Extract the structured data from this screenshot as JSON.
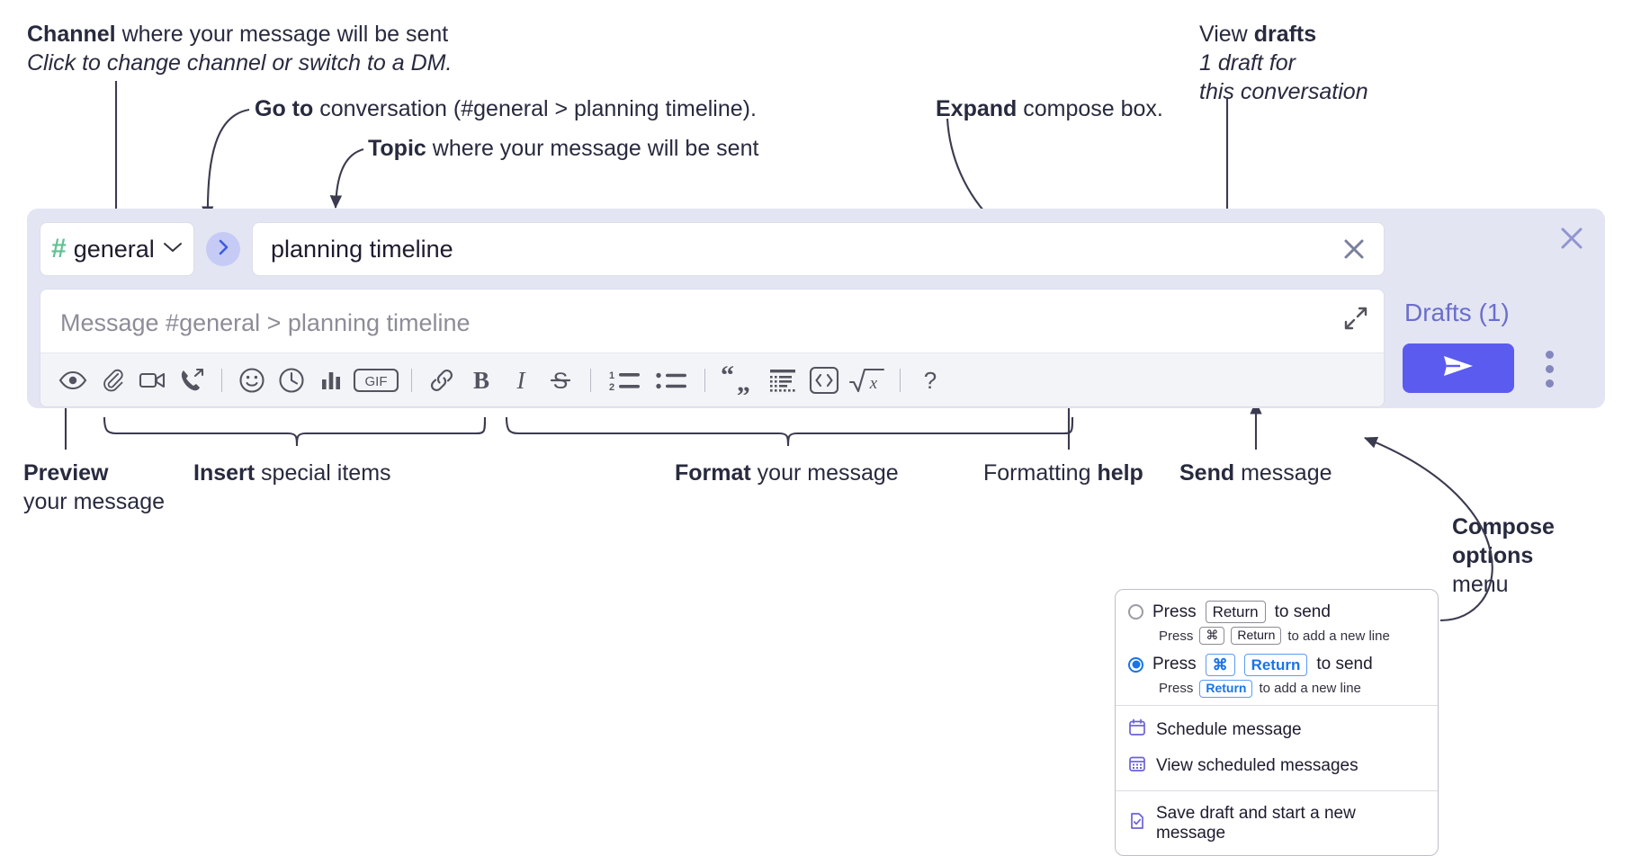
{
  "annotations": {
    "channel": {
      "bold": "Channel",
      "rest": " where your message will be sent",
      "italic": "Click to change channel or switch to a DM."
    },
    "goto": {
      "bold": "Go to",
      "rest": " conversation (#general > planning timeline)."
    },
    "topic": {
      "bold": "Topic",
      "rest": " where your message will be sent"
    },
    "expand": {
      "bold": "Expand",
      "rest": " compose box."
    },
    "drafts": {
      "normal": "View ",
      "bold": "drafts",
      "italic1": "1 draft for",
      "italic2": "this conversation"
    },
    "preview": {
      "bold": "Preview",
      "rest": "your message"
    },
    "insert": {
      "bold": "Insert",
      "rest": " special items"
    },
    "format": {
      "bold": "Format",
      "rest": " your message"
    },
    "help": {
      "normal": "Formatting ",
      "bold": "help"
    },
    "send": {
      "bold": "Send",
      "rest": " message"
    },
    "compose_options": {
      "bold1": "Compose",
      "bold2": "options",
      "rest": "menu"
    }
  },
  "compose": {
    "channel": {
      "hash": "#",
      "name": "general",
      "chevron_icon": "chevron-down-icon"
    },
    "goto_button": {
      "icon": "chevron-right-icon"
    },
    "topic": {
      "value": "planning timeline",
      "clear_icon": "close-icon"
    },
    "message": {
      "placeholder": "Message #general > planning timeline",
      "expand_icon": "expand-icon"
    },
    "close_icon": "close-icon",
    "drafts_label": "Drafts (1)",
    "send_icon": "send-paper-plane-icon",
    "kebab_icon": "more-options-vertical-icon",
    "toolbar": [
      {
        "name": "preview-icon",
        "title": "Preview"
      },
      {
        "name": "attachment-paperclip-icon",
        "title": "Attach file"
      },
      {
        "name": "video-camera-icon",
        "title": "Record video clip"
      },
      {
        "name": "phone-forward-icon",
        "title": "Record audio clip"
      },
      {
        "name": "separator",
        "title": ""
      },
      {
        "name": "emoji-smiley-icon",
        "title": "Emoji"
      },
      {
        "name": "clock-icon",
        "title": "Reminder"
      },
      {
        "name": "bar-chart-poll-icon",
        "title": "Poll"
      },
      {
        "name": "gif-icon",
        "title": "GIF"
      },
      {
        "name": "separator",
        "title": ""
      },
      {
        "name": "link-icon",
        "title": "Link"
      },
      {
        "name": "bold-icon",
        "title": "Bold"
      },
      {
        "name": "italic-icon",
        "title": "Italic"
      },
      {
        "name": "strikethrough-icon",
        "title": "Strikethrough"
      },
      {
        "name": "separator",
        "title": ""
      },
      {
        "name": "ordered-list-icon",
        "title": "Ordered list"
      },
      {
        "name": "bulleted-list-icon",
        "title": "Bulleted list"
      },
      {
        "name": "separator",
        "title": ""
      },
      {
        "name": "blockquote-icon",
        "title": "Blockquote"
      },
      {
        "name": "code-block-icon",
        "title": "Code block"
      },
      {
        "name": "inline-code-icon",
        "title": "Code"
      },
      {
        "name": "math-formula-icon",
        "title": "Math"
      },
      {
        "name": "separator",
        "title": ""
      },
      {
        "name": "help-question-icon",
        "title": "Formatting help"
      }
    ],
    "gif_label": "GIF",
    "bold_label": "B",
    "italic_label": "I",
    "strike_label": "S",
    "help_label": "?"
  },
  "menu": {
    "options": [
      {
        "selected": false,
        "line_prefix": "Press",
        "keys": [
          "Return"
        ],
        "line_suffix": "to send",
        "sub_prefix": "Press",
        "sub_keys": [
          "⌘",
          "Return"
        ],
        "sub_suffix": "to add a new line"
      },
      {
        "selected": true,
        "line_prefix": "Press",
        "keys": [
          "⌘",
          "Return"
        ],
        "line_suffix": "to send",
        "sub_prefix": "Press",
        "sub_keys": [
          "Return"
        ],
        "sub_suffix": "to add a new line"
      }
    ],
    "items": [
      {
        "icon": "calendar-schedule-icon",
        "label": "Schedule message"
      },
      {
        "icon": "calendar-grid-icon",
        "label": "View scheduled messages"
      },
      {
        "icon": "save-draft-icon",
        "label": "Save draft and start a new message"
      }
    ]
  },
  "colors": {
    "compose_bg": "#e3e5f3",
    "accent_send": "#5b5bf6",
    "channel_hash": "#63c294",
    "drafts_text": "#6b6ecb",
    "goto_circle": "#c5cbf5",
    "menu_blue": "#1a73e8"
  }
}
